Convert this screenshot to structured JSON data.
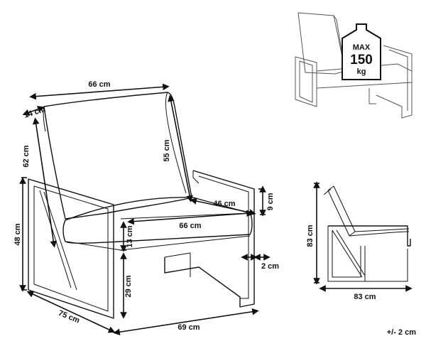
{
  "dimensions": {
    "back_width": "66 cm",
    "back_depth": "14 cm",
    "back_height": "62 cm",
    "back_cushion": "55 cm",
    "seat_depth": "46 cm",
    "arm_height": "9 cm",
    "seat_width": "66 cm",
    "seat_thickness": "13 cm",
    "frame_thickness": "2 cm",
    "seat_height": "29 cm",
    "total_height": "48 cm",
    "total_depth": "75 cm",
    "total_width": "69 cm"
  },
  "side_view": {
    "height": "83 cm",
    "depth": "83 cm"
  },
  "max_load": {
    "line1": "MAX",
    "line2": "150",
    "line3": "kg"
  },
  "tolerance": "+/- 2 cm"
}
